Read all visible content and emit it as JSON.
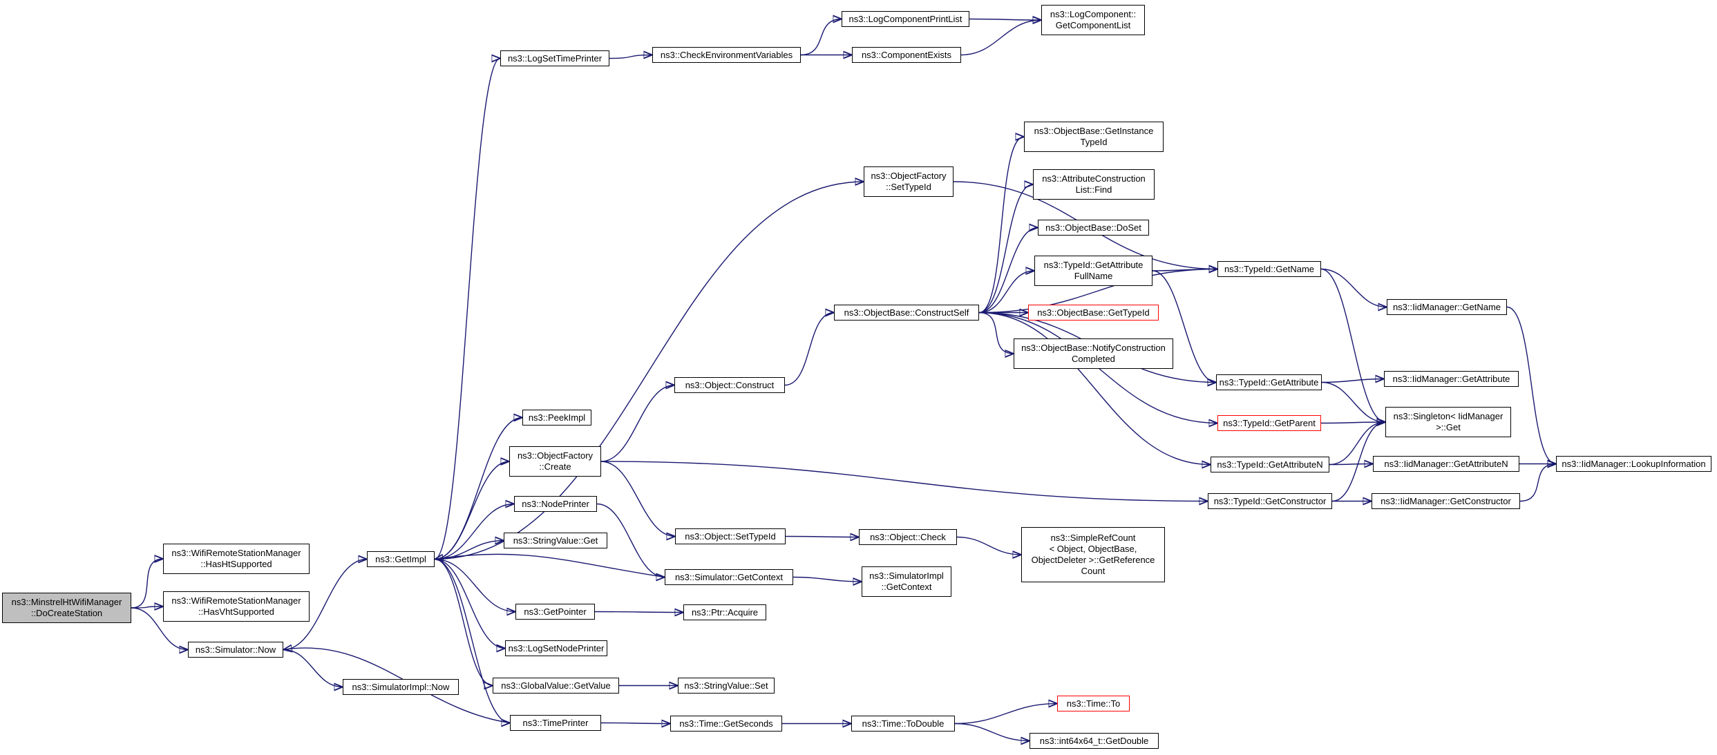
{
  "nodes": [
    {
      "id": "n0",
      "label": "ns3::MinstrelHtWifiManager\n::DoCreateStation",
      "style": "root"
    },
    {
      "id": "n1",
      "label": "ns3::WifiRemoteStationManager\n::HasHtSupported",
      "style": "normal"
    },
    {
      "id": "n2",
      "label": "ns3::WifiRemoteStationManager\n::HasVhtSupported",
      "style": "normal"
    },
    {
      "id": "n3",
      "label": "ns3::Simulator::Now",
      "style": "normal"
    },
    {
      "id": "n4",
      "label": "ns3::GetImpl",
      "style": "normal"
    },
    {
      "id": "n5",
      "label": "ns3::SimulatorImpl::Now",
      "style": "normal"
    },
    {
      "id": "n6",
      "label": "ns3::LogSetTimePrinter",
      "style": "normal"
    },
    {
      "id": "n7",
      "label": "ns3::CheckEnvironmentVariables",
      "style": "normal"
    },
    {
      "id": "n8",
      "label": "ns3::LogComponentPrintList",
      "style": "normal"
    },
    {
      "id": "n9",
      "label": "ns3::ComponentExists",
      "style": "normal"
    },
    {
      "id": "n10",
      "label": "ns3::LogComponent::\nGetComponentList",
      "style": "normal"
    },
    {
      "id": "n11",
      "label": "ns3::ObjectFactory\n::SetTypeId",
      "style": "normal"
    },
    {
      "id": "n12",
      "label": "ns3::PeekImpl",
      "style": "normal"
    },
    {
      "id": "n13",
      "label": "ns3::ObjectFactory\n::Create",
      "style": "normal"
    },
    {
      "id": "n14",
      "label": "ns3::NodePrinter",
      "style": "normal"
    },
    {
      "id": "n15",
      "label": "ns3::StringValue::Get",
      "style": "normal"
    },
    {
      "id": "n16",
      "label": "ns3::GetPointer",
      "style": "normal"
    },
    {
      "id": "n17",
      "label": "ns3::LogSetNodePrinter",
      "style": "normal"
    },
    {
      "id": "n18",
      "label": "ns3::GlobalValue::GetValue",
      "style": "normal"
    },
    {
      "id": "n19",
      "label": "ns3::TimePrinter",
      "style": "normal"
    },
    {
      "id": "n20",
      "label": "ns3::Object::Construct",
      "style": "normal"
    },
    {
      "id": "n21",
      "label": "ns3::Object::SetTypeId",
      "style": "normal"
    },
    {
      "id": "n22",
      "label": "ns3::Simulator::GetContext",
      "style": "normal"
    },
    {
      "id": "n23",
      "label": "ns3::Ptr::Acquire",
      "style": "normal"
    },
    {
      "id": "n24",
      "label": "ns3::StringValue::Set",
      "style": "normal"
    },
    {
      "id": "n25",
      "label": "ns3::Time::GetSeconds",
      "style": "normal"
    },
    {
      "id": "n26",
      "label": "ns3::ObjectBase::ConstructSelf",
      "style": "normal"
    },
    {
      "id": "n27",
      "label": "ns3::Object::Check",
      "style": "normal"
    },
    {
      "id": "n28",
      "label": "ns3::SimulatorImpl\n::GetContext",
      "style": "normal"
    },
    {
      "id": "n29",
      "label": "ns3::Time::ToDouble",
      "style": "normal"
    },
    {
      "id": "n30",
      "label": "ns3::ObjectBase::GetInstance\nTypeId",
      "style": "normal"
    },
    {
      "id": "n31",
      "label": "ns3::AttributeConstruction\nList::Find",
      "style": "normal"
    },
    {
      "id": "n32",
      "label": "ns3::ObjectBase::DoSet",
      "style": "normal"
    },
    {
      "id": "n33",
      "label": "ns3::TypeId::GetAttribute\nFullName",
      "style": "normal"
    },
    {
      "id": "n34",
      "label": "ns3::ObjectBase::GetTypeId",
      "style": "red"
    },
    {
      "id": "n35",
      "label": "ns3::ObjectBase::NotifyConstruction\nCompleted",
      "style": "normal"
    },
    {
      "id": "n36",
      "label": "ns3::SimpleRefCount\n< Object, ObjectBase,\nObjectDeleter >::GetReference\nCount",
      "style": "normal"
    },
    {
      "id": "n37",
      "label": "ns3::Time::To",
      "style": "red"
    },
    {
      "id": "n38",
      "label": "ns3::int64x64_t::GetDouble",
      "style": "normal"
    },
    {
      "id": "n39",
      "label": "ns3::TypeId::GetName",
      "style": "normal"
    },
    {
      "id": "n40",
      "label": "ns3::TypeId::GetAttribute",
      "style": "normal"
    },
    {
      "id": "n41",
      "label": "ns3::TypeId::GetParent",
      "style": "red"
    },
    {
      "id": "n42",
      "label": "ns3::TypeId::GetAttributeN",
      "style": "normal"
    },
    {
      "id": "n43",
      "label": "ns3::TypeId::GetConstructor",
      "style": "normal"
    },
    {
      "id": "n44",
      "label": "ns3::IidManager::GetName",
      "style": "normal"
    },
    {
      "id": "n45",
      "label": "ns3::IidManager::GetAttribute",
      "style": "normal"
    },
    {
      "id": "n46",
      "label": "ns3::Singleton< IidManager\n>::Get",
      "style": "normal"
    },
    {
      "id": "n47",
      "label": "ns3::IidManager::GetAttributeN",
      "style": "normal"
    },
    {
      "id": "n48",
      "label": "ns3::IidManager::GetConstructor",
      "style": "normal"
    },
    {
      "id": "n49",
      "label": "ns3::IidManager::LookupInformation",
      "style": "normal"
    }
  ],
  "edges": [
    [
      "n0",
      "n1"
    ],
    [
      "n0",
      "n2"
    ],
    [
      "n0",
      "n3"
    ],
    [
      "n3",
      "n4"
    ],
    [
      "n3",
      "n5"
    ],
    [
      "n4",
      "n6"
    ],
    [
      "n4",
      "n11"
    ],
    [
      "n4",
      "n12"
    ],
    [
      "n4",
      "n13"
    ],
    [
      "n4",
      "n14"
    ],
    [
      "n4",
      "n15"
    ],
    [
      "n4",
      "n16"
    ],
    [
      "n4",
      "n17"
    ],
    [
      "n4",
      "n18"
    ],
    [
      "n4",
      "n19"
    ],
    [
      "n6",
      "n7"
    ],
    [
      "n7",
      "n8"
    ],
    [
      "n7",
      "n9"
    ],
    [
      "n8",
      "n10"
    ],
    [
      "n9",
      "n10"
    ],
    [
      "n11",
      "n39"
    ],
    [
      "n13",
      "n20"
    ],
    [
      "n13",
      "n21"
    ],
    [
      "n13",
      "n43"
    ],
    [
      "n14",
      "n22"
    ],
    [
      "n16",
      "n23"
    ],
    [
      "n18",
      "n24"
    ],
    [
      "n19",
      "n3"
    ],
    [
      "n19",
      "n25"
    ],
    [
      "n20",
      "n26"
    ],
    [
      "n21",
      "n27"
    ],
    [
      "n22",
      "n4"
    ],
    [
      "n22",
      "n28"
    ],
    [
      "n25",
      "n29"
    ],
    [
      "n27",
      "n36"
    ],
    [
      "n29",
      "n37"
    ],
    [
      "n29",
      "n38"
    ],
    [
      "n26",
      "n30"
    ],
    [
      "n26",
      "n31"
    ],
    [
      "n26",
      "n32"
    ],
    [
      "n26",
      "n33"
    ],
    [
      "n26",
      "n34"
    ],
    [
      "n26",
      "n35"
    ],
    [
      "n26",
      "n39"
    ],
    [
      "n26",
      "n40"
    ],
    [
      "n26",
      "n41"
    ],
    [
      "n26",
      "n42"
    ],
    [
      "n33",
      "n39"
    ],
    [
      "n33",
      "n40"
    ],
    [
      "n39",
      "n44"
    ],
    [
      "n39",
      "n46"
    ],
    [
      "n40",
      "n45"
    ],
    [
      "n40",
      "n46"
    ],
    [
      "n41",
      "n46"
    ],
    [
      "n42",
      "n46"
    ],
    [
      "n42",
      "n47"
    ],
    [
      "n43",
      "n46"
    ],
    [
      "n43",
      "n48"
    ],
    [
      "n44",
      "n49"
    ],
    [
      "n47",
      "n49"
    ],
    [
      "n48",
      "n49"
    ]
  ]
}
